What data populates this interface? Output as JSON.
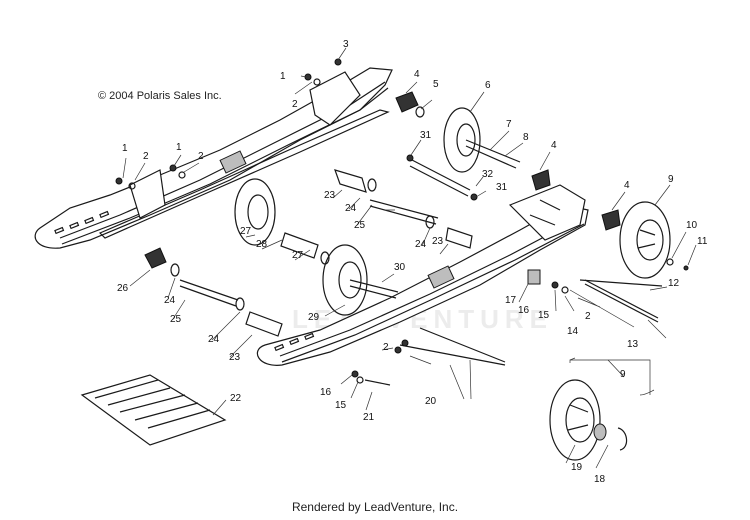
{
  "copyright": "© 2004 Polaris Sales Inc.",
  "footer": "Rendered by LeadVenture, Inc.",
  "watermark": "LEADVENTURE",
  "callouts": [
    "1",
    "2",
    "3",
    "1",
    "2",
    "1",
    "2",
    "4",
    "5",
    "6",
    "7",
    "8",
    "31",
    "4",
    "32",
    "31",
    "4",
    "9",
    "10",
    "11",
    "12",
    "13",
    "14",
    "2",
    "15",
    "16",
    "17",
    "23",
    "24",
    "25",
    "24",
    "23",
    "27",
    "28",
    "27",
    "29",
    "30",
    "26",
    "24",
    "25",
    "24",
    "23",
    "2",
    "20",
    "16",
    "15",
    "21",
    "22",
    "9",
    "19",
    "18"
  ]
}
